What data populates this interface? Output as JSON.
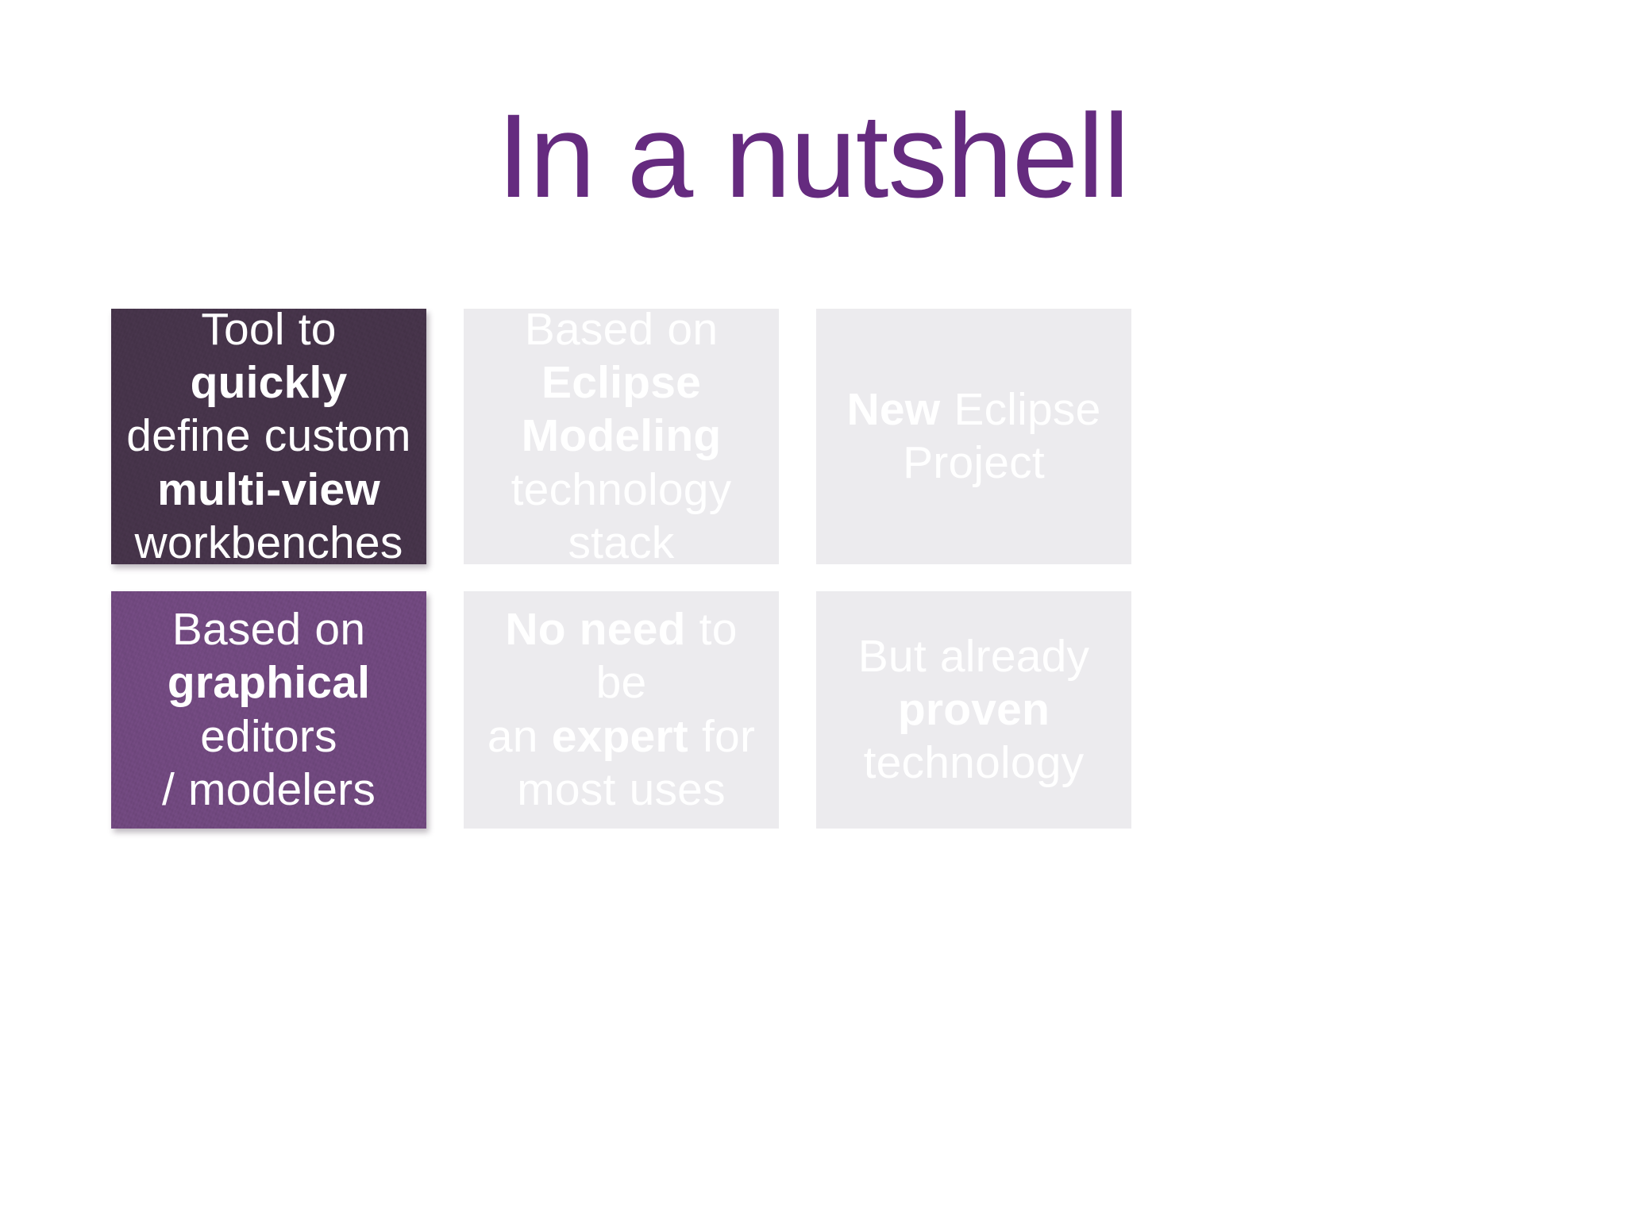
{
  "slide": {
    "title": "In a nutshell",
    "title_color": "#652B7F",
    "background_color": "#FFFFFF"
  },
  "cards": [
    {
      "id": "tool-quickly-define",
      "state": "highlighted",
      "style": "dark",
      "background_color": "#453349",
      "text_color": "#FFFFFF",
      "row": 1,
      "column": 1,
      "plain_text": "Tool to quickly define custom multi-view workbenches",
      "lines": [
        {
          "parts": [
            {
              "t": "Tool to ",
              "bold": false
            },
            {
              "t": "quickly",
              "bold": true
            }
          ]
        },
        {
          "parts": [
            {
              "t": "define custom",
              "bold": false
            }
          ]
        },
        {
          "parts": [
            {
              "t": "multi-view",
              "bold": true
            }
          ]
        },
        {
          "parts": [
            {
              "t": "workbenches",
              "bold": false
            }
          ]
        }
      ]
    },
    {
      "id": "based-on-eclipse-modeling",
      "state": "dimmed",
      "style": "faded",
      "background_color": "#ECEBEE",
      "text_color": "#FFFFFF",
      "row": 1,
      "column": 2,
      "plain_text": "Based on Eclipse Modeling technology stack",
      "lines": [
        {
          "parts": [
            {
              "t": "Based on ",
              "bold": false
            },
            {
              "t": "Eclipse",
              "bold": true
            }
          ]
        },
        {
          "parts": [
            {
              "t": "Modeling",
              "bold": true
            }
          ]
        },
        {
          "parts": [
            {
              "t": "technology stack",
              "bold": false
            }
          ]
        }
      ]
    },
    {
      "id": "new-eclipse-project",
      "state": "dimmed",
      "style": "faded",
      "background_color": "#ECEBEE",
      "text_color": "#FFFFFF",
      "row": 1,
      "column": 3,
      "plain_text": "New Eclipse Project",
      "lines": [
        {
          "parts": [
            {
              "t": "New",
              "bold": true
            },
            {
              "t": " Eclipse",
              "bold": false
            }
          ]
        },
        {
          "parts": [
            {
              "t": "Project",
              "bold": false
            }
          ]
        }
      ]
    },
    {
      "id": "based-on-graphical-editors",
      "state": "highlighted",
      "style": "purple",
      "background_color": "#70487E",
      "text_color": "#FFFFFF",
      "row": 2,
      "column": 1,
      "plain_text": "Based on graphical editors / modelers",
      "lines": [
        {
          "parts": [
            {
              "t": "Based on",
              "bold": false
            }
          ]
        },
        {
          "parts": [
            {
              "t": "graphical",
              "bold": true
            },
            {
              "t": " editors",
              "bold": false
            }
          ]
        },
        {
          "parts": [
            {
              "t": "/ modelers",
              "bold": false
            }
          ]
        }
      ]
    },
    {
      "id": "no-need-expert",
      "state": "dimmed",
      "style": "faded",
      "background_color": "#ECEBEE",
      "text_color": "#FFFFFF",
      "row": 2,
      "column": 2,
      "plain_text": "No need to be an expert for most uses",
      "lines": [
        {
          "parts": [
            {
              "t": "No need",
              "bold": true
            },
            {
              "t": " to be",
              "bold": false
            }
          ]
        },
        {
          "parts": [
            {
              "t": "an ",
              "bold": false
            },
            {
              "t": "expert",
              "bold": true
            },
            {
              "t": " for",
              "bold": false
            }
          ]
        },
        {
          "parts": [
            {
              "t": "most uses",
              "bold": false
            }
          ]
        }
      ]
    },
    {
      "id": "but-already-proven",
      "state": "dimmed",
      "style": "faded",
      "background_color": "#ECEBEE",
      "text_color": "#FFFFFF",
      "row": 2,
      "column": 3,
      "plain_text": "But already proven technology",
      "lines": [
        {
          "parts": [
            {
              "t": "But already",
              "bold": false
            }
          ]
        },
        {
          "parts": [
            {
              "t": "proven",
              "bold": true
            }
          ]
        },
        {
          "parts": [
            {
              "t": "technology",
              "bold": false
            }
          ]
        }
      ]
    }
  ]
}
